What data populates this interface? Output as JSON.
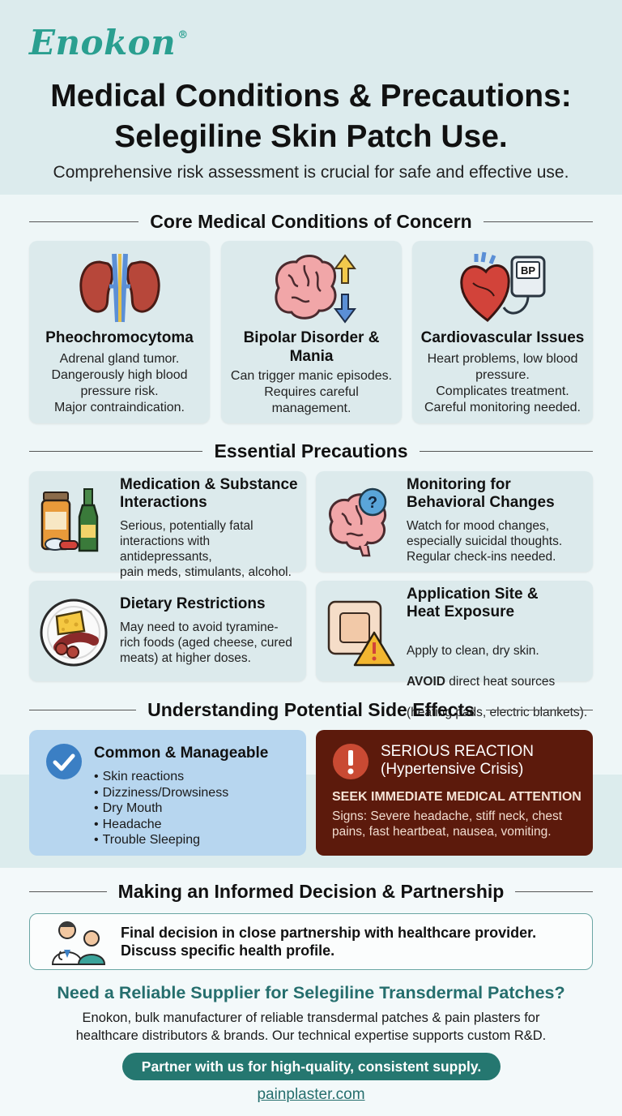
{
  "brand": {
    "name": "Enokon",
    "mark": "®"
  },
  "header": {
    "title_line1": "Medical Conditions & Precautions:",
    "title_line2": "Selegiline Skin Patch Use.",
    "subtitle": "Comprehensive risk assessment is crucial for safe and effective use."
  },
  "sections": {
    "core": "Core Medical Conditions of Concern",
    "precautions": "Essential Precautions",
    "side_effects": "Understanding Potential Side Effects",
    "decision": "Making an Informed Decision & Partnership"
  },
  "conditions": [
    {
      "title": "Pheochromocytoma",
      "desc": "Adrenal gland tumor.\nDangerously high blood\npressure risk.\nMajor contraindication.",
      "icon": "kidney-icon"
    },
    {
      "title": "Bipolar Disorder\n& Mania",
      "desc": "Can trigger manic episodes.\nRequires careful\nmanagement.",
      "icon": "brain-arrows-icon"
    },
    {
      "title": "Cardiovascular Issues",
      "desc": "Heart problems, low blood\npressure.\nComplicates treatment.\nCareful monitoring needed.",
      "icon": "heart-bp-monitor-icon",
      "monitor_label": "BP"
    }
  ],
  "precautions": [
    {
      "title": "Medication & Substance\nInteractions",
      "desc": "Serious, potentially fatal\ninteractions with antidepressants,\npain meds, stimulants, alcohol.",
      "icon": "pills-bottle-icon"
    },
    {
      "title": "Monitoring for\nBehavioral Changes",
      "desc": "Watch for mood changes,\nespecially suicidal thoughts.\nRegular check-ins needed.",
      "icon": "brain-question-icon"
    },
    {
      "title": "Dietary Restrictions",
      "desc": "May need to avoid tyramine-\nrich foods (aged cheese, cured\nmeats) at higher doses.",
      "icon": "food-plate-icon"
    },
    {
      "title": "Application Site &\nHeat Exposure",
      "desc_line1": "Apply to clean, dry skin.",
      "avoid": "AVOID",
      "desc_line2": " direct heat sources",
      "desc_line3": "(heating pads, electric blankets).",
      "icon": "patch-warning-icon"
    }
  ],
  "side_effects": {
    "common": {
      "title": "Common & Manageable",
      "items": [
        "Skin reactions",
        "Dizziness/Drowsiness",
        "Dry Mouth",
        "Headache",
        "Trouble Sleeping"
      ]
    },
    "serious": {
      "title": "SERIOUS REACTION\n(Hypertensive Crisis)",
      "seek": "SEEK IMMEDIATE MEDICAL ATTENTION",
      "signs": "Signs: Severe headache, stiff neck, chest\npains, fast heartbeat, nausea, vomiting."
    }
  },
  "decision": {
    "text": "Final decision in close partnership with healthcare provider.\nDiscuss specific health profile."
  },
  "cta": {
    "heading": "Need a Reliable Supplier for Selegiline Transdermal Patches?",
    "body": "Enokon, bulk manufacturer of reliable transdermal patches & pain plasters for\nhealthcare distributors & brands. Our technical expertise supports custom R&D.",
    "button": "Partner with us for high-quality, consistent supply.",
    "link": "painplaster.com"
  },
  "colors": {
    "brand_teal": "#2a9f90",
    "cta_teal": "#257770",
    "common_blue": "#b7d6ef",
    "serious_maroon": "#5c1a0c",
    "alert_red": "#c94a33"
  }
}
